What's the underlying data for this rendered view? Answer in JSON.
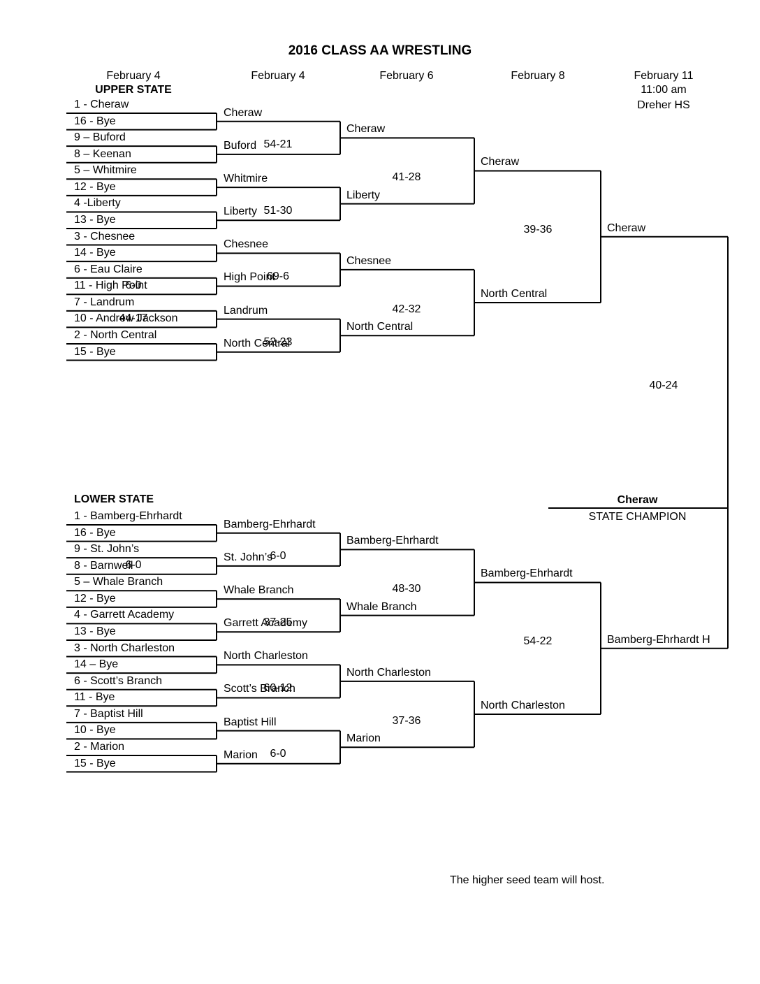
{
  "title": "2016 CLASS AA WRESTLING",
  "header": {
    "round1_date": "February 4",
    "round2_date": "February  4",
    "round3_date": "February  6",
    "round4_date": "February 8",
    "final_date": "February 11",
    "final_time": "11:00 am",
    "final_site": "Dreher HS"
  },
  "upper": {
    "label": "UPPER STATE",
    "r1": [
      "1 - Cheraw",
      "16 - Bye",
      "9 – Buford",
      "8 – Keenan",
      "5 – Whitmire",
      "12 - Bye",
      "4 -Liberty",
      "13 - Bye",
      "3 - Chesnee",
      "14 - Bye",
      "6 - Eau Claire",
      "11 - High Point",
      "7 - Landrum",
      "10 - Andrew Jackson",
      "2 - North Central",
      "15 - Bye"
    ],
    "r1_scores": [
      {
        "after": 10,
        "score": "6-0"
      },
      {
        "after": 12,
        "score": "44-17"
      }
    ],
    "r2": [
      "Cheraw",
      "Buford",
      "Whitmire",
      "Liberty",
      "Chesnee",
      "High Point",
      "Landrum",
      "North Central"
    ],
    "r2_scores": [
      "54-21",
      "51-30",
      "69-6",
      "52-23"
    ],
    "r3": [
      "Cheraw",
      "Liberty",
      "Chesnee",
      "North Central"
    ],
    "r3_scores": [
      "41-28",
      "42-32"
    ],
    "r4": [
      "Cheraw",
      "North Central"
    ],
    "r4_score": "39-36",
    "semi_winner": "Cheraw"
  },
  "lower": {
    "label": "LOWER STATE",
    "r1": [
      "1 - Bamberg-Ehrhardt",
      "16 - Bye",
      "9 - St. John’s",
      "8 - Barnwell",
      "5 – Whale Branch",
      "12 - Bye",
      "4 - Garrett Academy",
      "13 - Bye",
      "3 - North Charleston",
      "14 – Bye",
      "6 - Scott’s Branch",
      "11 - Bye",
      "7 - Baptist Hill",
      "10 - Bye",
      "2 - Marion",
      "15 - Bye"
    ],
    "r1_scores": [
      {
        "after": 2,
        "score": "6-0"
      }
    ],
    "r2": [
      "Bamberg-Ehrhardt",
      "St. John’s",
      "Whale Branch",
      "Garrett Academy",
      "North Charleston",
      "Scott’s Branch",
      "Baptist Hill",
      "Marion"
    ],
    "r2_scores": [
      "6-0",
      "37-25",
      "60-12",
      "6-0"
    ],
    "r3": [
      "Bamberg-Ehrhardt",
      "Whale Branch",
      "North Charleston",
      "Marion"
    ],
    "r3_scores": [
      "48-30",
      "37-36"
    ],
    "r4": [
      "Bamberg-Ehrhardt",
      "North Charleston"
    ],
    "r4_score": "54-22",
    "semi_winner": "Bamberg-Ehrhardt H"
  },
  "final_score": "40-24",
  "champion": "Cheraw",
  "champion_label": "STATE CHAMPION",
  "note": "The higher seed team will host."
}
